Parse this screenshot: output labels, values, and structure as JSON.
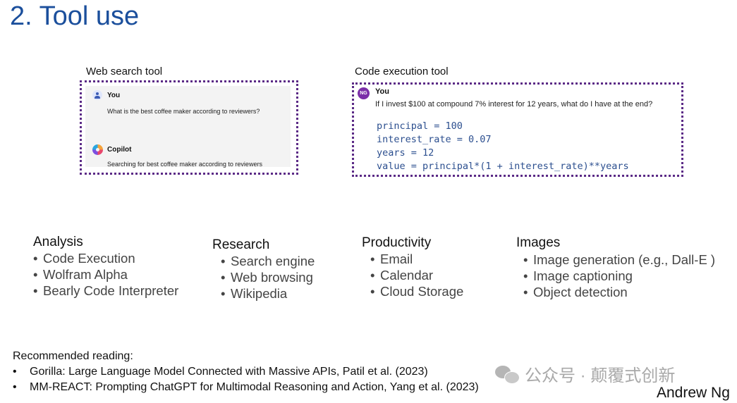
{
  "title": "2. Tool use",
  "web_panel": {
    "label": "Web search tool",
    "user_name": "You",
    "user_message": "What is the best coffee maker according to reviewers?",
    "bot_name": "Copilot",
    "bot_message": "Searching for best coffee maker according to reviewers"
  },
  "code_panel": {
    "label": "Code execution tool",
    "avatar_initials": "NG",
    "user_name": "You",
    "user_message": "If I invest $100 at compound 7% interest for 12 years, what do I have at the end?",
    "code_lines": [
      "principal = 100",
      "interest_rate = 0.07",
      "years = 12",
      "value = principal*(1 + interest_rate)**years"
    ]
  },
  "categories": [
    {
      "heading": "Analysis",
      "items": [
        "Code Execution",
        "Wolfram Alpha",
        "Bearly Code Interpreter"
      ]
    },
    {
      "heading": "Research",
      "items": [
        "Search engine",
        "Web browsing",
        "Wikipedia"
      ]
    },
    {
      "heading": "Productivity",
      "items": [
        "Email",
        "Calendar",
        "Cloud Storage"
      ]
    },
    {
      "heading": "Images",
      "items": [
        "Image generation (e.g., Dall-E )",
        "Image captioning",
        "Object detection"
      ]
    }
  ],
  "reading": {
    "heading": "Recommended reading:",
    "bullet": "•",
    "items": [
      "Gorilla: Large Language Model Connected with Massive APIs, Patil et al. (2023)",
      "MM-REACT: Prompting ChatGPT for Multimodal Reasoning and Action, Yang et al. (2023)"
    ]
  },
  "watermark": "公众号 · 颠覆式创新",
  "author": "Andrew Ng"
}
